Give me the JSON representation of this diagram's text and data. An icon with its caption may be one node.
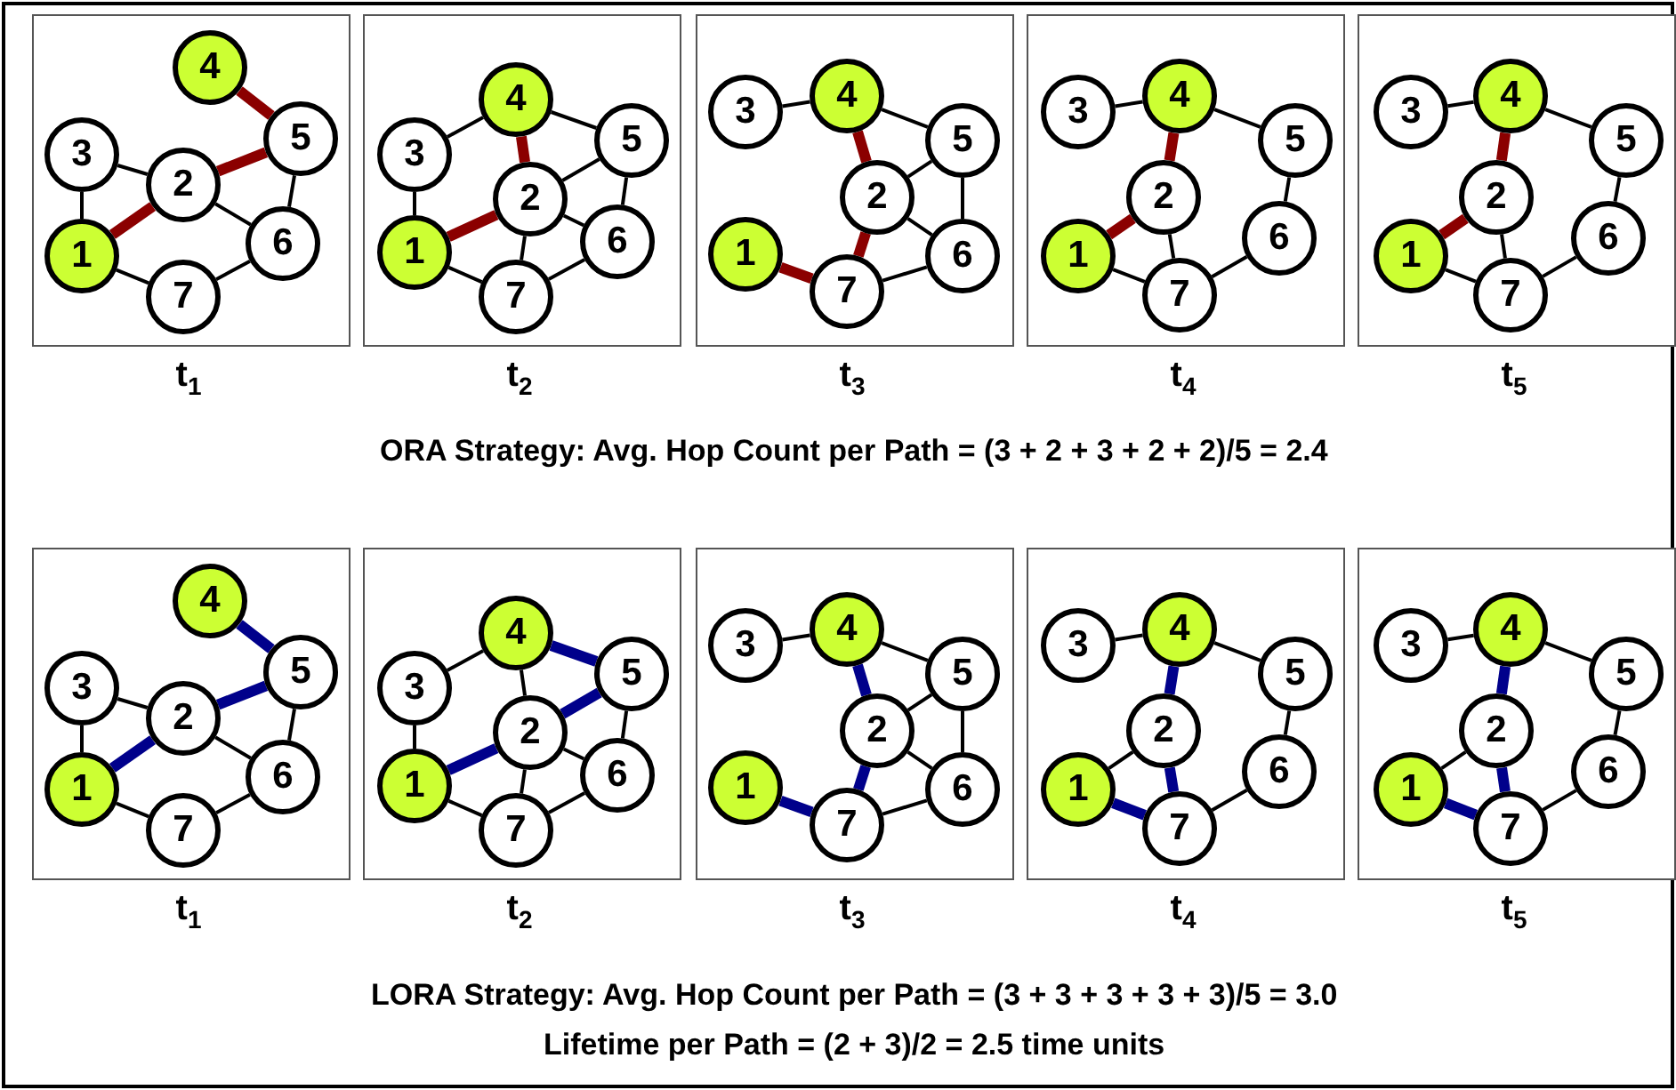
{
  "diagram": {
    "nodes": [
      {
        "text": [],
        "shape": "box",
        "beside": [
          "t$_{1}$"
        ]
      },
      {
        "text": [
          "1"
        ],
        "in": 0
      },
      {
        "text": [
          "2"
        ],
        "in": 0
      },
      {
        "text": [
          "3"
        ],
        "in": 0
      },
      {
        "text": [
          "4"
        ],
        "in": 0
      },
      {
        "text": [
          "5"
        ],
        "in": 0
      },
      {
        "text": [
          "6"
        ],
        "in": 0
      },
      {
        "text": [
          "7"
        ],
        "in": 0
      },
      {
        "text": [],
        "shape": "box",
        "beside": [
          "t$_{2}$"
        ]
      },
      {
        "text": [
          "1"
        ],
        "in": 8
      },
      {
        "text": [
          "2"
        ],
        "in": 8
      },
      {
        "text": [
          "3"
        ],
        "in": 8
      },
      {
        "text": [
          "4"
        ],
        "in": 8
      },
      {
        "text": [
          "5"
        ],
        "in": 8
      },
      {
        "text": [
          "6"
        ],
        "in": 8
      },
      {
        "text": [
          "7"
        ],
        "in": 8
      },
      {
        "text": [],
        "shape": "box",
        "beside": [
          "t$_{3}$"
        ]
      },
      {
        "text": [
          "1"
        ],
        "in": 16
      },
      {
        "text": [
          "2"
        ],
        "in": 16
      },
      {
        "text": [
          "3"
        ],
        "in": 16
      },
      {
        "text": [
          "4"
        ],
        "in": 16
      },
      {
        "text": [
          "5"
        ],
        "in": 16
      },
      {
        "text": [
          "6"
        ],
        "in": 16
      },
      {
        "text": [
          "7"
        ],
        "in": 16
      },
      {
        "text": [],
        "shape": "box",
        "beside": [
          "t$_{4}$"
        ]
      },
      {
        "text": [
          "1"
        ],
        "in": 24
      },
      {
        "text": [
          "2"
        ],
        "in": 24
      },
      {
        "text": [
          "3"
        ],
        "in": 24
      },
      {
        "text": [
          "4"
        ],
        "in": 24
      },
      {
        "text": [
          "5"
        ],
        "in": 24
      },
      {
        "text": [
          "6"
        ],
        "in": 24
      },
      {
        "text": [
          "7"
        ],
        "in": 24
      },
      {
        "text": [],
        "shape": "box",
        "beside": [
          "t$_{5}$"
        ]
      },
      {
        "text": [
          "1"
        ],
        "in": 32
      },
      {
        "text": [
          "2"
        ],
        "in": 32
      },
      {
        "text": [
          "3"
        ],
        "in": 32
      },
      {
        "text": [
          "4"
        ],
        "in": 32
      },
      {
        "text": [
          "5"
        ],
        "in": 32
      },
      {
        "text": [
          "6"
        ],
        "in": 32
      },
      {
        "text": [
          "7"
        ],
        "in": 32
      },
      {
        "text": [],
        "shape": "box",
        "beside": [
          "t$_{1}$"
        ]
      },
      {
        "text": [
          "1"
        ],
        "in": 40
      },
      {
        "text": [
          "2"
        ],
        "in": 40
      },
      {
        "text": [
          "3"
        ],
        "in": 40
      },
      {
        "text": [
          "4"
        ],
        "in": 40
      },
      {
        "text": [
          "5"
        ],
        "in": 40
      },
      {
        "text": [
          "6"
        ],
        "in": 40
      },
      {
        "text": [
          "7"
        ],
        "in": 40
      },
      {
        "text": [],
        "shape": "box",
        "beside": [
          "t$_{2}$"
        ]
      },
      {
        "text": [
          "1"
        ],
        "in": 48
      },
      {
        "text": [
          "2"
        ],
        "in": 48
      },
      {
        "text": [
          "3"
        ],
        "in": 48
      },
      {
        "text": [
          "4"
        ],
        "in": 48
      },
      {
        "text": [
          "5"
        ],
        "in": 48
      },
      {
        "text": [
          "6"
        ],
        "in": 48
      },
      {
        "text": [
          "7"
        ],
        "in": 48
      },
      {
        "text": [],
        "shape": "box",
        "beside": [
          "t$_{3}$"
        ]
      },
      {
        "text": [
          "1"
        ],
        "in": 56
      },
      {
        "text": [
          "2"
        ],
        "in": 56
      },
      {
        "text": [
          "3"
        ],
        "in": 56
      },
      {
        "text": [
          "4"
        ],
        "in": 56
      },
      {
        "text": [
          "5"
        ],
        "in": 56
      },
      {
        "text": [
          "6"
        ],
        "in": 56
      },
      {
        "text": [
          "7"
        ],
        "in": 56
      },
      {
        "text": [],
        "shape": "box",
        "beside": [
          "t$_{4}$"
        ]
      },
      {
        "text": [
          "1"
        ],
        "in": 64
      },
      {
        "text": [
          "2"
        ],
        "in": 64
      },
      {
        "text": [
          "3"
        ],
        "in": 64
      },
      {
        "text": [
          "4"
        ],
        "in": 64
      },
      {
        "text": [
          "5"
        ],
        "in": 64
      },
      {
        "text": [
          "6"
        ],
        "in": 64
      },
      {
        "text": [
          "7"
        ],
        "in": 64
      },
      {
        "text": [],
        "shape": "box",
        "beside": [
          "t$_{5}$"
        ]
      },
      {
        "text": [
          "1"
        ],
        "in": 72
      },
      {
        "text": [
          "2"
        ],
        "in": 72
      },
      {
        "text": [
          "3"
        ],
        "in": 72
      },
      {
        "text": [
          "4"
        ],
        "in": 72
      },
      {
        "text": [
          "5"
        ],
        "in": 72
      },
      {
        "text": [
          "6"
        ],
        "in": 72
      },
      {
        "text": [
          "7"
        ],
        "in": 72
      }
    ],
    "edges": [
      {
        "from": 4,
        "to": 5,
        "arrow": "none",
        "style": "thick",
        "color": "#8b0000"
      },
      {
        "from": 5,
        "to": 2,
        "arrow": "none",
        "style": "thick",
        "color": "#8b0000"
      },
      {
        "from": 2,
        "to": 1,
        "arrow": "none",
        "style": "thick",
        "color": "#8b0000"
      },
      {
        "from": 3,
        "to": 2,
        "arrow": "none"
      },
      {
        "from": 3,
        "to": 1,
        "arrow": "none"
      },
      {
        "from": 1,
        "to": 7,
        "arrow": "none"
      },
      {
        "from": 7,
        "to": 6,
        "arrow": "none"
      },
      {
        "from": 2,
        "to": 6,
        "arrow": "none"
      },
      {
        "from": 5,
        "to": 6,
        "arrow": "none"
      },
      {
        "from": 11,
        "to": 12,
        "arrow": "none"
      },
      {
        "from": 12,
        "to": 13,
        "arrow": "none"
      },
      {
        "from": 12,
        "to": 10,
        "arrow": "none",
        "style": "thick",
        "color": "#8b0000"
      },
      {
        "from": 10,
        "to": 13,
        "arrow": "none"
      },
      {
        "from": 11,
        "to": 9,
        "arrow": "none"
      },
      {
        "from": 9,
        "to": 10,
        "arrow": "none",
        "style": "thick",
        "color": "#8b0000"
      },
      {
        "from": 10,
        "to": 15,
        "arrow": "none"
      },
      {
        "from": 10,
        "to": 14,
        "arrow": "none"
      },
      {
        "from": 13,
        "to": 14,
        "arrow": "none"
      },
      {
        "from": 15,
        "to": 14,
        "arrow": "none"
      },
      {
        "from": 9,
        "to": 15,
        "arrow": "none"
      },
      {
        "from": 19,
        "to": 20,
        "arrow": "none"
      },
      {
        "from": 20,
        "to": 18,
        "arrow": "none",
        "style": "thick",
        "color": "#8b0000"
      },
      {
        "from": 20,
        "to": 21,
        "arrow": "none"
      },
      {
        "from": 18,
        "to": 21,
        "arrow": "none"
      },
      {
        "from": 18,
        "to": 23,
        "arrow": "none",
        "style": "thick",
        "color": "#8b0000"
      },
      {
        "from": 17,
        "to": 23,
        "arrow": "none",
        "style": "thick",
        "color": "#8b0000"
      },
      {
        "from": 18,
        "to": 22,
        "arrow": "none"
      },
      {
        "from": 23,
        "to": 22,
        "arrow": "none"
      },
      {
        "from": 21,
        "to": 22,
        "arrow": "none"
      },
      {
        "from": 27,
        "to": 28,
        "arrow": "none"
      },
      {
        "from": 28,
        "to": 26,
        "arrow": "none",
        "style": "thick",
        "color": "#8b0000"
      },
      {
        "from": 28,
        "to": 29,
        "arrow": "none"
      },
      {
        "from": 26,
        "to": 25,
        "arrow": "none",
        "style": "thick",
        "color": "#8b0000"
      },
      {
        "from": 26,
        "to": 31,
        "arrow": "none"
      },
      {
        "from": 25,
        "to": 31,
        "arrow": "none"
      },
      {
        "from": 29,
        "to": 30,
        "arrow": "none"
      },
      {
        "from": 31,
        "to": 30,
        "arrow": "none"
      },
      {
        "from": 35,
        "to": 36,
        "arrow": "none"
      },
      {
        "from": 36,
        "to": 34,
        "arrow": "none",
        "style": "thick",
        "color": "#8b0000"
      },
      {
        "from": 36,
        "to": 37,
        "arrow": "none"
      },
      {
        "from": 34,
        "to": 33,
        "arrow": "none",
        "style": "thick",
        "color": "#8b0000"
      },
      {
        "from": 34,
        "to": 39,
        "arrow": "none"
      },
      {
        "from": 33,
        "to": 39,
        "arrow": "none"
      },
      {
        "from": 37,
        "to": 38,
        "arrow": "none"
      },
      {
        "from": 39,
        "to": 38,
        "arrow": "none"
      },
      {
        "from": 44,
        "to": 45,
        "arrow": "none",
        "style": "thick",
        "color": "#00008b"
      },
      {
        "from": 45,
        "to": 42,
        "arrow": "none",
        "style": "thick",
        "color": "#00008b"
      },
      {
        "from": 42,
        "to": 41,
        "arrow": "none",
        "style": "thick",
        "color": "#00008b"
      },
      {
        "from": 43,
        "to": 42,
        "arrow": "none"
      },
      {
        "from": 43,
        "to": 41,
        "arrow": "none"
      },
      {
        "from": 41,
        "to": 47,
        "arrow": "none"
      },
      {
        "from": 47,
        "to": 46,
        "arrow": "none"
      },
      {
        "from": 42,
        "to": 46,
        "arrow": "none"
      },
      {
        "from": 45,
        "to": 46,
        "arrow": "none"
      },
      {
        "from": 51,
        "to": 52,
        "arrow": "none"
      },
      {
        "from": 52,
        "to": 53,
        "arrow": "none",
        "style": "thick",
        "color": "#00008b"
      },
      {
        "from": 52,
        "to": 50,
        "arrow": "none"
      },
      {
        "from": 50,
        "to": 53,
        "arrow": "none",
        "style": "thick",
        "color": "#00008b"
      },
      {
        "from": 51,
        "to": 49,
        "arrow": "none"
      },
      {
        "from": 49,
        "to": 50,
        "arrow": "none",
        "style": "thick",
        "color": "#00008b"
      },
      {
        "from": 50,
        "to": 55,
        "arrow": "none"
      },
      {
        "from": 50,
        "to": 54,
        "arrow": "none"
      },
      {
        "from": 53,
        "to": 54,
        "arrow": "none"
      },
      {
        "from": 55,
        "to": 54,
        "arrow": "none"
      },
      {
        "from": 49,
        "to": 55,
        "arrow": "none"
      },
      {
        "from": 59,
        "to": 60,
        "arrow": "none"
      },
      {
        "from": 60,
        "to": 58,
        "arrow": "none",
        "style": "thick",
        "color": "#00008b"
      },
      {
        "from": 60,
        "to": 61,
        "arrow": "none"
      },
      {
        "from": 58,
        "to": 61,
        "arrow": "none"
      },
      {
        "from": 58,
        "to": 63,
        "arrow": "none",
        "style": "thick",
        "color": "#00008b"
      },
      {
        "from": 57,
        "to": 63,
        "arrow": "none",
        "style": "thick",
        "color": "#00008b"
      },
      {
        "from": 58,
        "to": 62,
        "arrow": "none"
      },
      {
        "from": 63,
        "to": 62,
        "arrow": "none"
      },
      {
        "from": 61,
        "to": 62,
        "arrow": "none"
      },
      {
        "from": 67,
        "to": 68,
        "arrow": "none"
      },
      {
        "from": 68,
        "to": 66,
        "arrow": "none",
        "style": "thick",
        "color": "#00008b"
      },
      {
        "from": 68,
        "to": 69,
        "arrow": "none"
      },
      {
        "from": 65,
        "to": 66,
        "arrow": "none"
      },
      {
        "from": 66,
        "to": 71,
        "arrow": "none",
        "style": "thick",
        "color": "#00008b"
      },
      {
        "from": 65,
        "to": 71,
        "arrow": "none",
        "style": "thick",
        "color": "#00008b"
      },
      {
        "from": 69,
        "to": 70,
        "arrow": "none"
      },
      {
        "from": 71,
        "to": 70,
        "arrow": "none"
      },
      {
        "from": 75,
        "to": 76,
        "arrow": "none"
      },
      {
        "from": 76,
        "to": 74,
        "arrow": "none",
        "style": "thick",
        "color": "#00008b"
      },
      {
        "from": 76,
        "to": 77,
        "arrow": "none"
      },
      {
        "from": 73,
        "to": 74,
        "arrow": "none"
      },
      {
        "from": 74,
        "to": 79,
        "arrow": "none",
        "style": "thick",
        "color": "#00008b"
      },
      {
        "from": 73,
        "to": 79,
        "arrow": "none",
        "style": "thick",
        "color": "#00008b"
      },
      {
        "from": 77,
        "to": 78,
        "arrow": "none"
      },
      {
        "from": 79,
        "to": 78,
        "arrow": "none"
      }
    ],
    "labels": [
      "ORA Strategy: Avg. Hop Count per Path = (3 + 2 + 3 + 2 + 2)/5 = 2.4",
      "LORA Strategy: Avg. Hop Count per Path = (3 + 3 + 3 + 3 + 3)/5 = 3.0",
      "Lifetime per Path = (2 + 3)/2 = 2.5 time units"
    ]
  }
}
